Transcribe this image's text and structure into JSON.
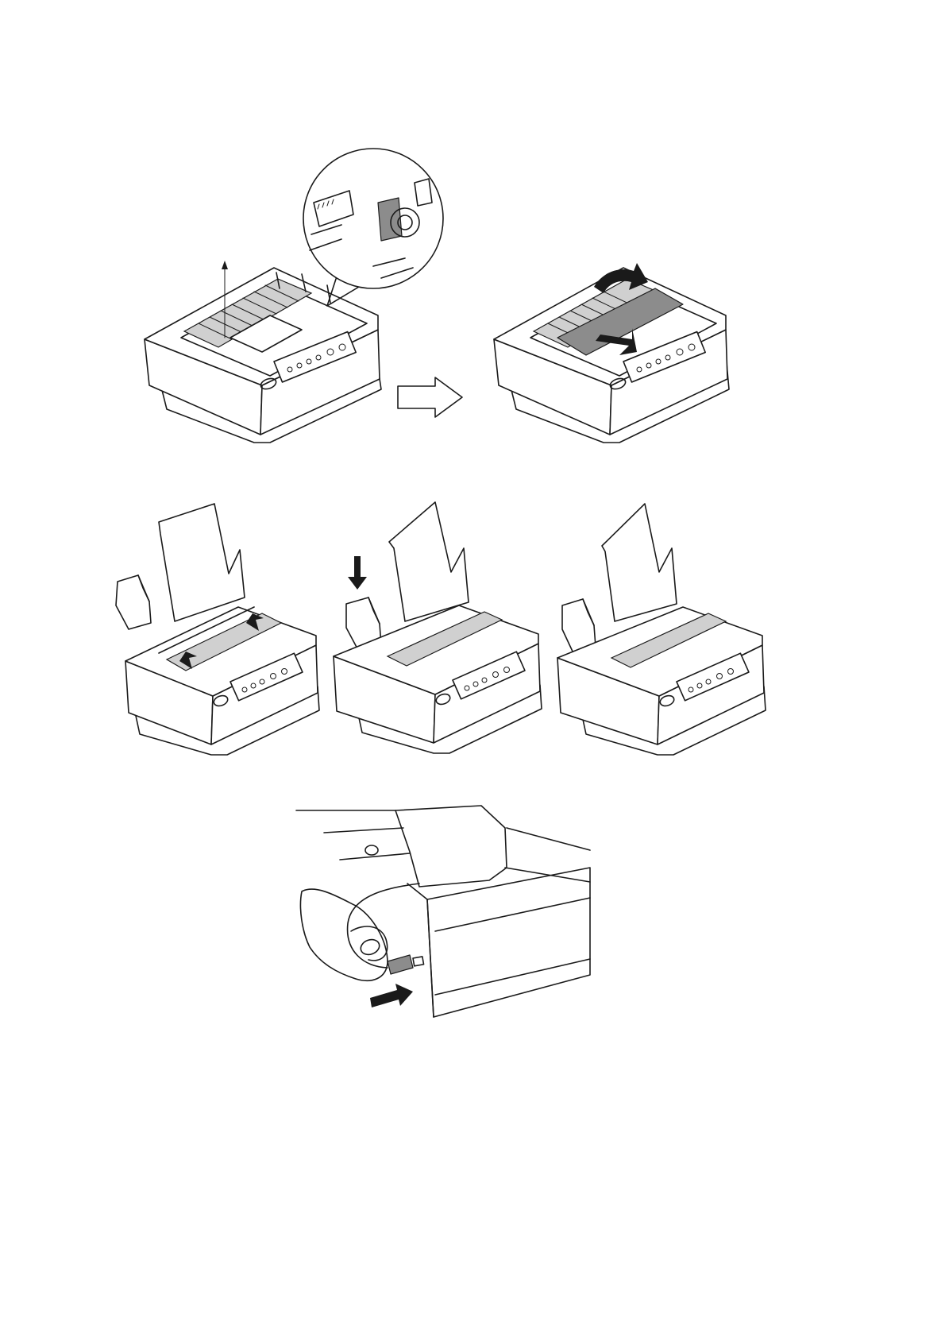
{
  "page": {
    "background": "#ffffff",
    "line_color": "#1a1a1a",
    "shade_color": "#8c8c8c"
  },
  "figures": [
    {
      "name": "printer-open-gear-detail-figure",
      "icons": [
        "printer-icon",
        "magnifier-callout-icon",
        "up-arrow-icon"
      ]
    },
    {
      "name": "step-arrow-figure",
      "icons": [
        "right-arrow-outline-icon"
      ]
    },
    {
      "name": "printer-remove-tractor-figure",
      "icons": [
        "printer-icon",
        "lift-arrow-icon",
        "pull-arrow-icon"
      ]
    },
    {
      "name": "printer-insert-roller-figure",
      "icons": [
        "printer-icon",
        "down-arrow-icon"
      ]
    },
    {
      "name": "printer-press-lever-figure",
      "icons": [
        "printer-icon",
        "down-arrow-icon"
      ]
    },
    {
      "name": "printer-assembled-figure",
      "icons": [
        "printer-icon"
      ]
    },
    {
      "name": "cable-connect-figure",
      "icons": [
        "hand-icon",
        "cable-plug-icon",
        "push-arrow-icon"
      ]
    }
  ]
}
